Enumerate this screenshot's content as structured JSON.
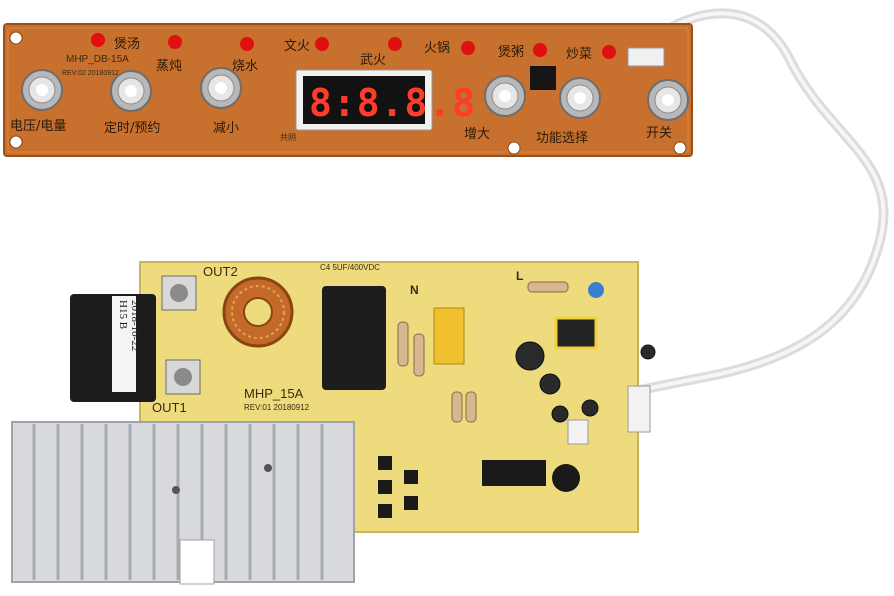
{
  "control_board": {
    "model": "MHP_DB-15A",
    "revision": "REV:02 20180912",
    "display_digits": "8:8.8.8",
    "display_label": "共阴",
    "top_labels": [
      "煲汤",
      "蒸炖",
      "烧水",
      "文火",
      "武火",
      "火锅",
      "煲粥",
      "炒菜"
    ],
    "button_labels": [
      "电压/电量",
      "定时/预约",
      "减小",
      "增大",
      "功能选择",
      "开关"
    ]
  },
  "power_board": {
    "model": "MHP_15A",
    "revision": "REV:01 20180912",
    "out1_label": "OUT1",
    "out2_label": "OUT2",
    "n_label": "N",
    "l_label": "L",
    "capacitor_rating": "C4 5UF/400VDC",
    "bridge_label": "H15 B",
    "bridge_date": "2018-10-22"
  },
  "colors": {
    "control_pcb": "#c8702e",
    "power_pcb": "#eedb7e",
    "led": "#e01010",
    "heatsink": "#d7d9dc",
    "ribbon": "#e6e6e6"
  }
}
